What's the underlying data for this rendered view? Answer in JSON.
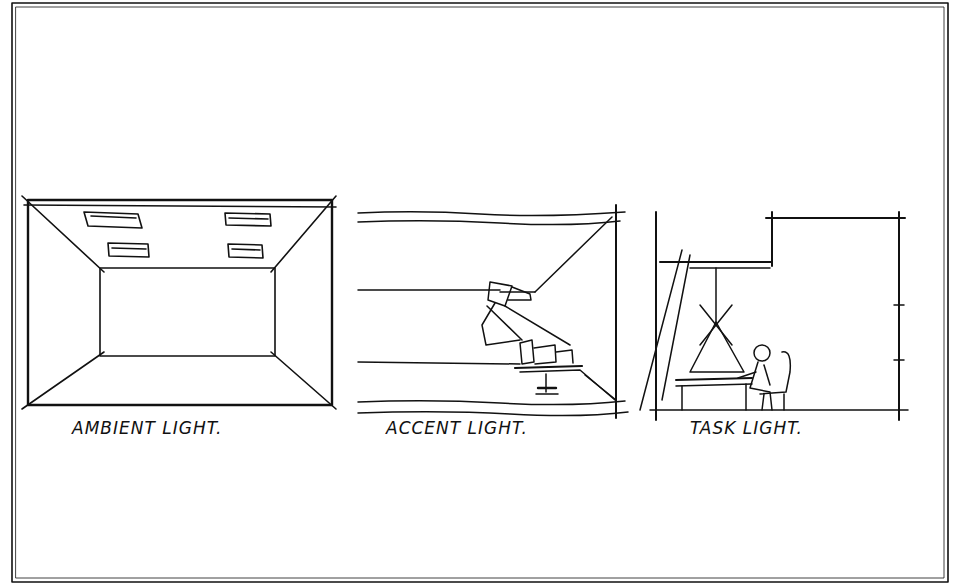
{
  "diagram": {
    "labels": [
      "AMBIENT LIGHT.",
      "ACCENT LIGHT.",
      "TASK LIGHT."
    ]
  }
}
